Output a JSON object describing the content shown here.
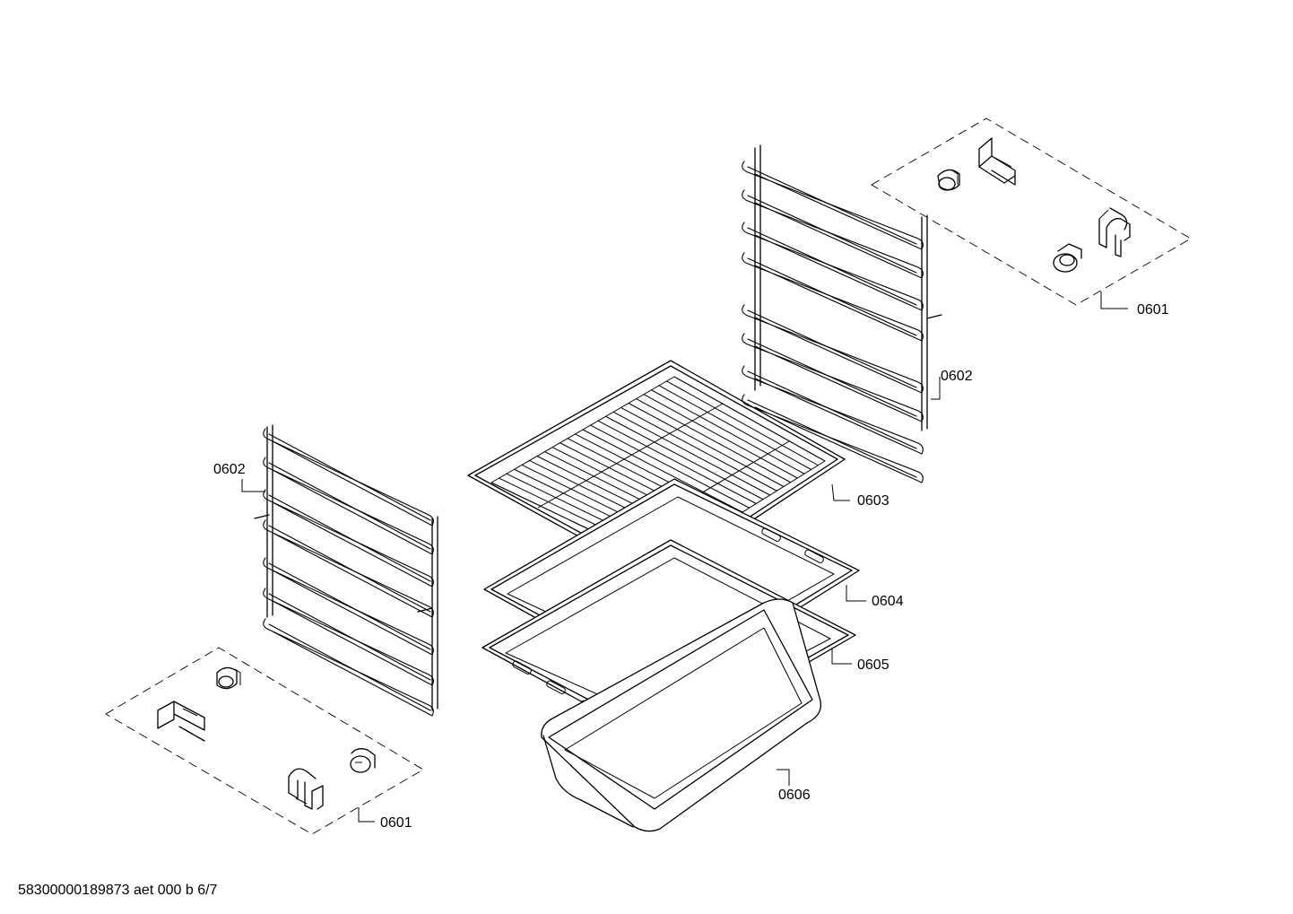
{
  "diagram": {
    "labels": {
      "part_0601_top": "0601",
      "part_0602_right": "0602",
      "part_0602_left": "0602",
      "part_0603": "0603",
      "part_0604": "0604",
      "part_0605": "0605",
      "part_0606": "0606",
      "part_0601_bottom": "0601"
    },
    "footer": "58300000189873 aet 000 b 6/7"
  }
}
